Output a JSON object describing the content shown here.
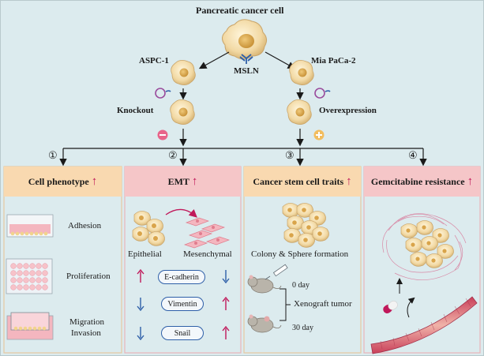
{
  "top": {
    "title": "Pancreatic cancer cell",
    "left_line": "ASPC-1",
    "right_line": "Mia PaCa-2",
    "center_label": "MSLN",
    "left_action": "Knockout",
    "right_action": "Overexpression"
  },
  "markers": [
    "①",
    "②",
    "③",
    "④"
  ],
  "arrow_up": "↑",
  "panel1": {
    "title": "Cell phenotype",
    "items": [
      "Adhesion",
      "Proliferation",
      "Migration",
      "Invasion"
    ]
  },
  "panel2": {
    "title": "EMT",
    "left": "Epithelial",
    "right": "Mesenchymal",
    "markers": [
      "E-cadherin",
      "Vimentin",
      "Snail"
    ]
  },
  "panel3": {
    "title": "Cancer stem cell traits",
    "caption": "Colony & Sphere formation",
    "day0": "0 day",
    "day30": "30 day",
    "xeno": "Xenograft tumor"
  },
  "panel4": {
    "title": "Gemcitabine resistance"
  },
  "colors": {
    "background": "#dcebee",
    "panel1_header": "#f9d9b0",
    "panel2_header": "#f5c6c8",
    "panel3_header": "#f9d9b0",
    "panel4_header": "#f5c6c8",
    "up_arrow": "#c0185a",
    "down_arrow": "#2e5fa8"
  }
}
